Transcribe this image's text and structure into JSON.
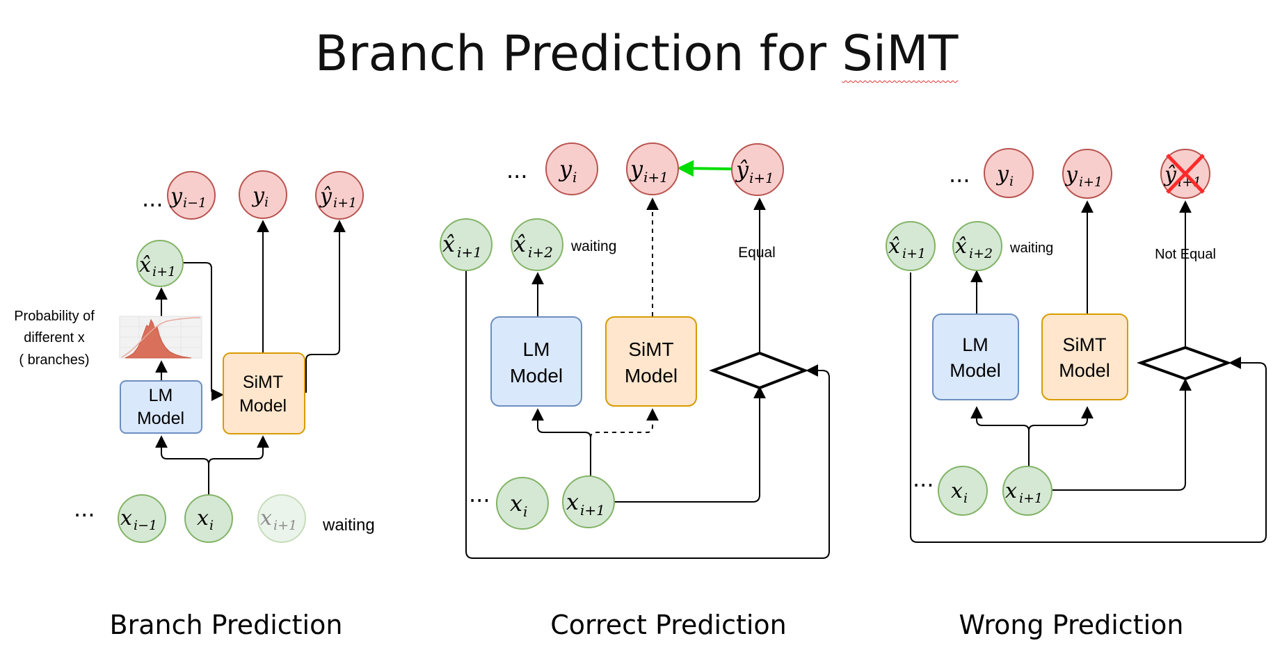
{
  "title": {
    "main": "Branch Prediction for ",
    "underlined": "SiMT"
  },
  "colors": {
    "node_green_fill": "#d5e8d4",
    "node_green_stroke": "#82b366",
    "node_red_fill": "#f8cecc",
    "node_red_stroke": "#b85450",
    "lm_fill": "#dae8fc",
    "lm_stroke": "#6c8ebf",
    "simt_fill": "#ffe6cc",
    "simt_stroke": "#d79b00",
    "arrow_green": "#00dd00",
    "cross_red": "#ff2a2a"
  },
  "panels": {
    "branch": {
      "caption": "Branch Prediction",
      "ellipsis": "...",
      "outputs": [
        "y",
        "i−1",
        "y",
        "i",
        "ŷ",
        "i+1"
      ],
      "predicted_input": [
        "x̂",
        "i+1"
      ],
      "prob_label": [
        "Probability of",
        "different x",
        "( branches)"
      ],
      "lm_label": [
        "LM",
        "Model"
      ],
      "simt_label": [
        "SiMT",
        "Model"
      ],
      "inputs": [
        "x",
        "i−1",
        "x",
        "i",
        "x",
        "i+1"
      ],
      "waiting": "waiting"
    },
    "correct": {
      "caption": "Correct Prediction",
      "ellipsis": "...",
      "outputs": [
        "y",
        "i",
        "y",
        "i+1",
        "ŷ",
        "i+1"
      ],
      "predicted_inputs": [
        "x̂",
        "i+1",
        "x̂",
        "i+2"
      ],
      "waiting": "waiting",
      "lm_label": [
        "LM",
        "Model"
      ],
      "simt_label": [
        "SiMT",
        "Model"
      ],
      "compare_label": "Equal",
      "inputs": [
        "x",
        "i",
        "x",
        "i+1"
      ]
    },
    "wrong": {
      "caption": "Wrong Prediction",
      "ellipsis": "...",
      "outputs": [
        "y",
        "i",
        "y",
        "i+1",
        "ŷ",
        "i+1"
      ],
      "predicted_inputs": [
        "x̂",
        "i+1",
        "x̂",
        "i+2"
      ],
      "waiting": "waiting",
      "lm_label": [
        "LM",
        "Model"
      ],
      "simt_label": [
        "SiMT",
        "Model"
      ],
      "compare_label": "Not Equal",
      "inputs": [
        "x",
        "i",
        "x",
        "i+1"
      ]
    }
  }
}
